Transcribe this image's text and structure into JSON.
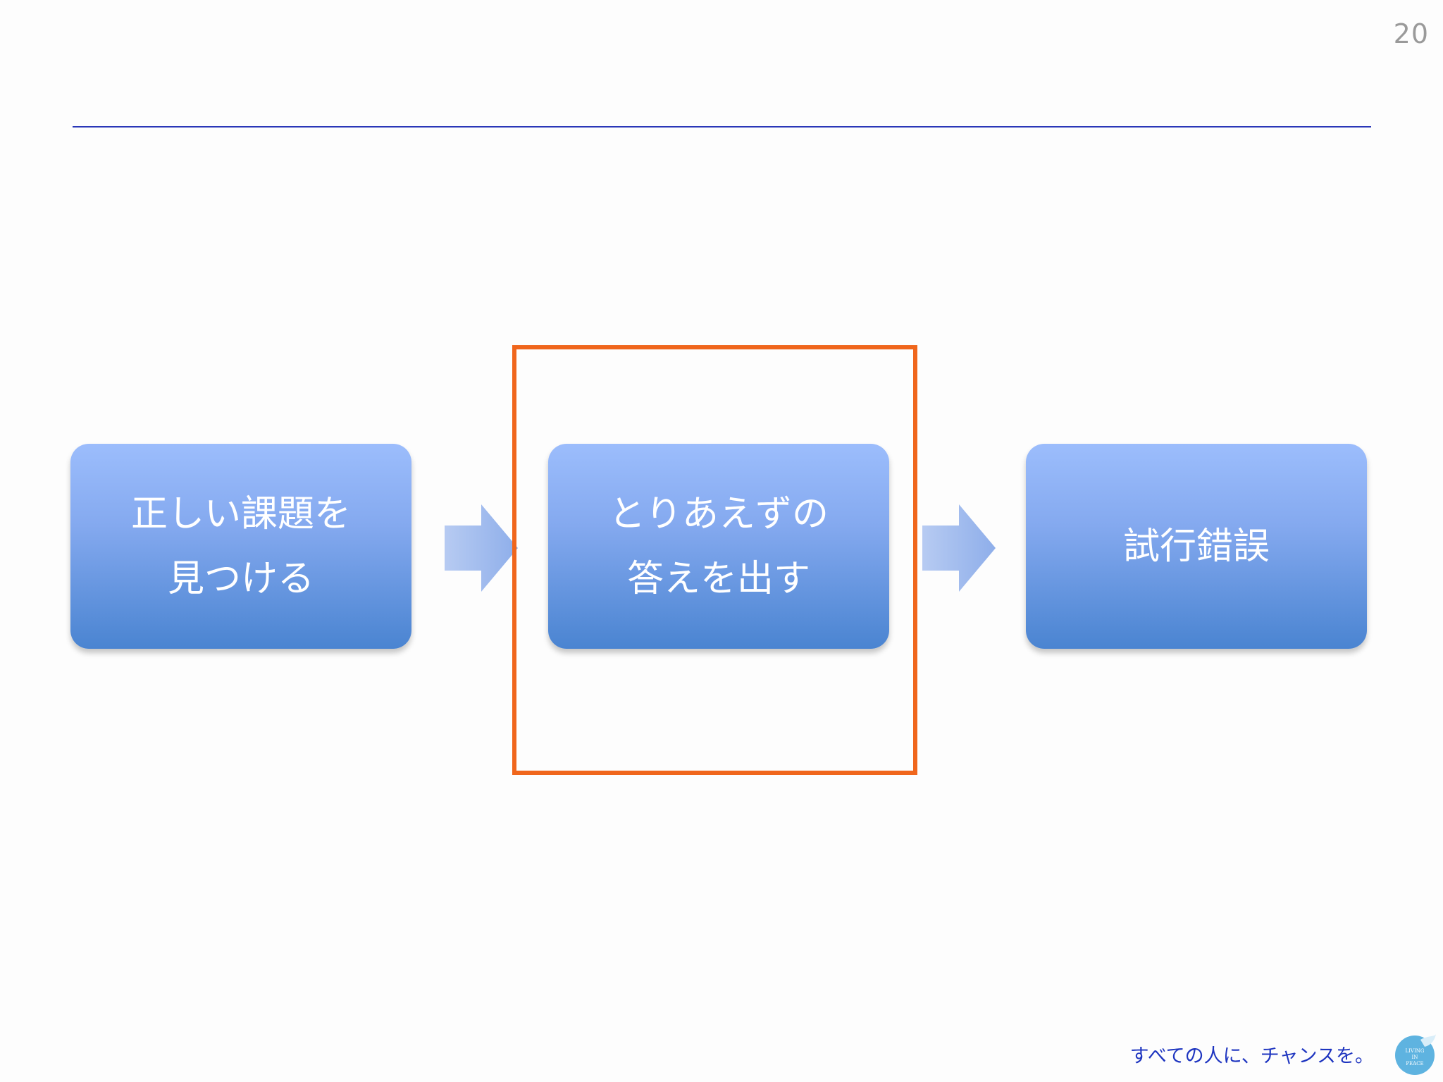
{
  "slide": {
    "page_number": "20",
    "tagline": "すべての人に、チャンスを。",
    "logo_text": "LIVING IN PEACE"
  },
  "flow": {
    "steps": [
      {
        "label": "正しい課題を\n見つける"
      },
      {
        "label": "とりあえずの\n答えを出す"
      },
      {
        "label": "試行錯誤"
      }
    ],
    "highlighted_step": 2
  },
  "colors": {
    "box_top": "#9cbdfc",
    "box_bottom": "#4a84d1",
    "rule": "#2a37b8",
    "highlight": "#f0661c",
    "tagline": "#1e35c0"
  }
}
